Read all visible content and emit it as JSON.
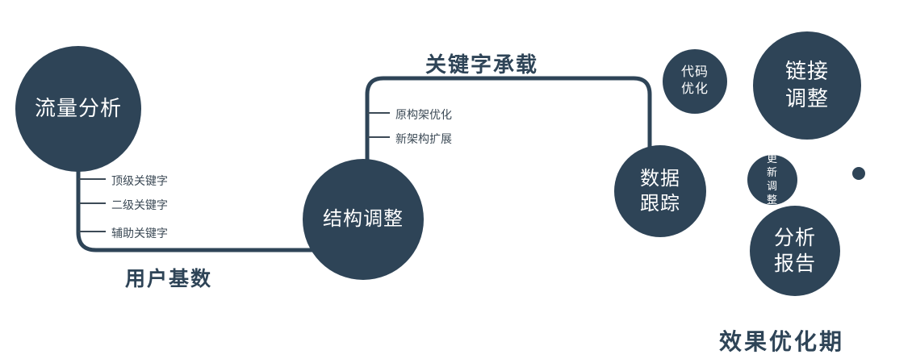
{
  "palette": {
    "node_fill": "#2e4457",
    "node_text": "#ffffff",
    "dark_text": "#2e4457",
    "background": "#ffffff"
  },
  "nodes": {
    "traffic_analysis": {
      "label": "流量分析"
    },
    "structure_adjustment": {
      "label": "结构调整"
    },
    "data_tracking": {
      "label": "数据跟踪"
    },
    "code_optimization": {
      "label": "代码优化"
    },
    "link_adjustment": {
      "label": "链接调整"
    },
    "update_adjustment": {
      "label": "更新调整"
    },
    "analysis_report": {
      "label": "分析报告"
    }
  },
  "edges": {
    "user_base": {
      "label": "用户基数"
    },
    "keyword_carrying": {
      "label": "关键字承载"
    }
  },
  "branches": {
    "traffic": [
      "顶级关键字",
      "二级关键字",
      "辅助关键字"
    ],
    "structure": [
      "原构架优化",
      "新架构扩展"
    ]
  },
  "footer": {
    "label": "效果优化期"
  }
}
